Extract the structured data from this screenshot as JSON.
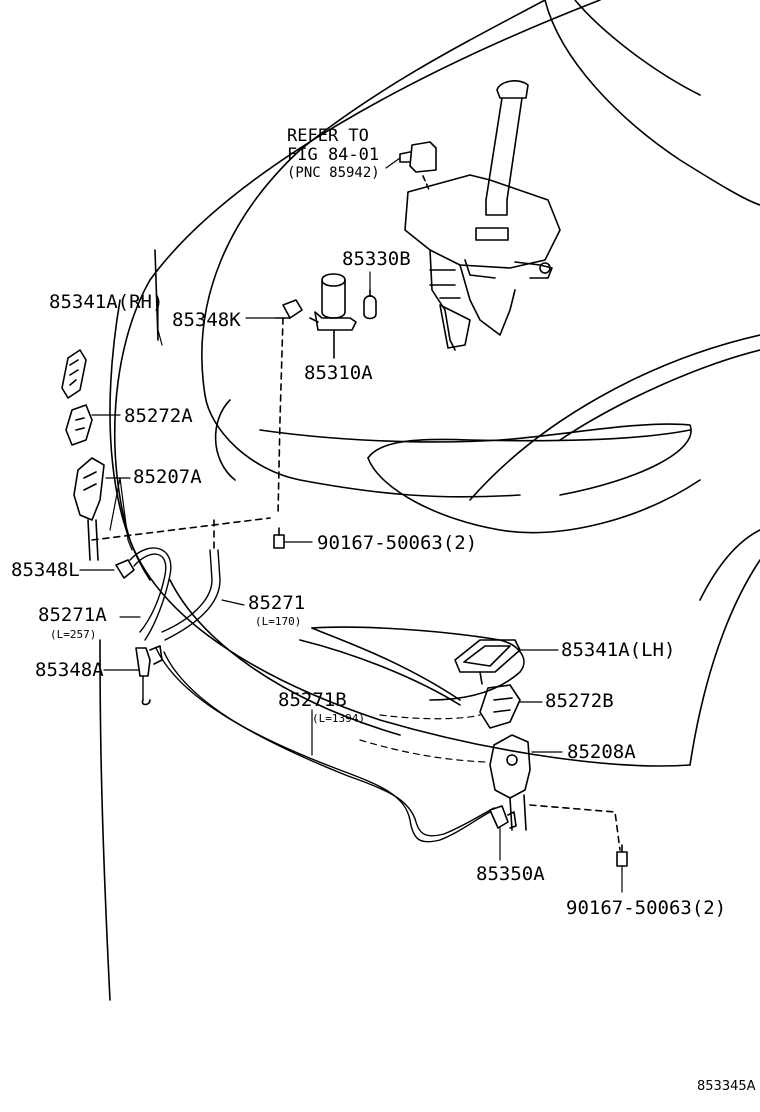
{
  "refer": {
    "line1": "REFER TO",
    "line2": "FIG 84-01",
    "line3": "(PNC 85942)"
  },
  "labels": {
    "p85330B": "85330B",
    "p85341A_RH": "85341A(RH)",
    "p85348K": "85348K",
    "p85310A": "85310A",
    "p85272A": "85272A",
    "p85207A": "85207A",
    "p90167_top": "90167-50063(2)",
    "p85348L": "85348L",
    "p85271A": "85271A",
    "p85271A_len": "(L=257)",
    "p85271": "85271",
    "p85271_len": "(L=170)",
    "p85341A_LH": "85341A(LH)",
    "p85348A": "85348A",
    "p85271B": "85271B",
    "p85271B_len": "(L=1394)",
    "p85272B": "85272B",
    "p85208A": "85208A",
    "p85350A": "85350A",
    "p90167_bottom": "90167-50063(2)"
  },
  "figure_code": "853345A"
}
